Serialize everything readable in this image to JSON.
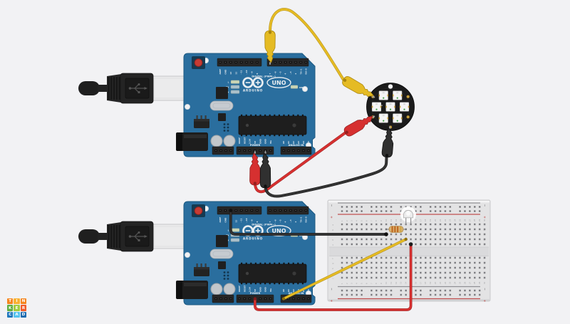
{
  "canvas": {
    "background": "#f2f2f4"
  },
  "logo": {
    "tiles": [
      {
        "ch": "T",
        "color": "#f6861f"
      },
      {
        "ch": "I",
        "color": "#f9b233"
      },
      {
        "ch": "N",
        "color": "#f6861f"
      },
      {
        "ch": "K",
        "color": "#5fae3e"
      },
      {
        "ch": "E",
        "color": "#a3cc3d"
      },
      {
        "ch": "R",
        "color": "#f05a28"
      },
      {
        "ch": "C",
        "color": "#2178bd"
      },
      {
        "ch": "A",
        "color": "#55c3ee"
      },
      {
        "ch": "D",
        "color": "#1d6cb0"
      }
    ]
  },
  "arduino": {
    "board_color": "#2a6e9e",
    "brand": "ARDUINO",
    "model": "UNO",
    "digital_caption": "DIGITAL (PWM~)",
    "digital_pins_left": [
      "AREF",
      "GND",
      "13",
      "12",
      "~11",
      "~10",
      "~9",
      "8"
    ],
    "digital_pins_right": [
      "7",
      "~6",
      "~5",
      "4",
      "~3",
      "2",
      "TX→1",
      "RX←0"
    ],
    "power_caption": "POWER",
    "analog_caption": "ANALOG IN",
    "power_pins": [
      "IOREF",
      "RESET",
      "3.3V",
      "5V",
      "GND",
      "GND",
      "Vin"
    ],
    "analog_pins": [
      "A0",
      "A1",
      "A2",
      "A3",
      "A4",
      "A5"
    ],
    "led_labels": [
      "L",
      "TX",
      "RX"
    ],
    "on_label": "ON"
  },
  "breadboard": {
    "column_numbers": [
      "1",
      "2",
      "3",
      "4",
      "5",
      "6",
      "7",
      "8",
      "9",
      "10",
      "11",
      "12",
      "13",
      "14",
      "15",
      "16",
      "17",
      "18",
      "19",
      "20",
      "21",
      "22",
      "23",
      "24",
      "25",
      "26",
      "27",
      "28",
      "29",
      "30"
    ],
    "row_letters_top": [
      "a",
      "b",
      "c",
      "d",
      "e"
    ],
    "row_letters_bottom": [
      "f",
      "g",
      "h",
      "i",
      "j"
    ],
    "plus": "+",
    "minus": "−"
  },
  "wires": {
    "yellow": "#e5bb24",
    "yellow_dark": "#a8850e",
    "red": "#d63030",
    "red_dark": "#951f1f",
    "black": "#333333",
    "black_dark": "#0d0d0d"
  }
}
